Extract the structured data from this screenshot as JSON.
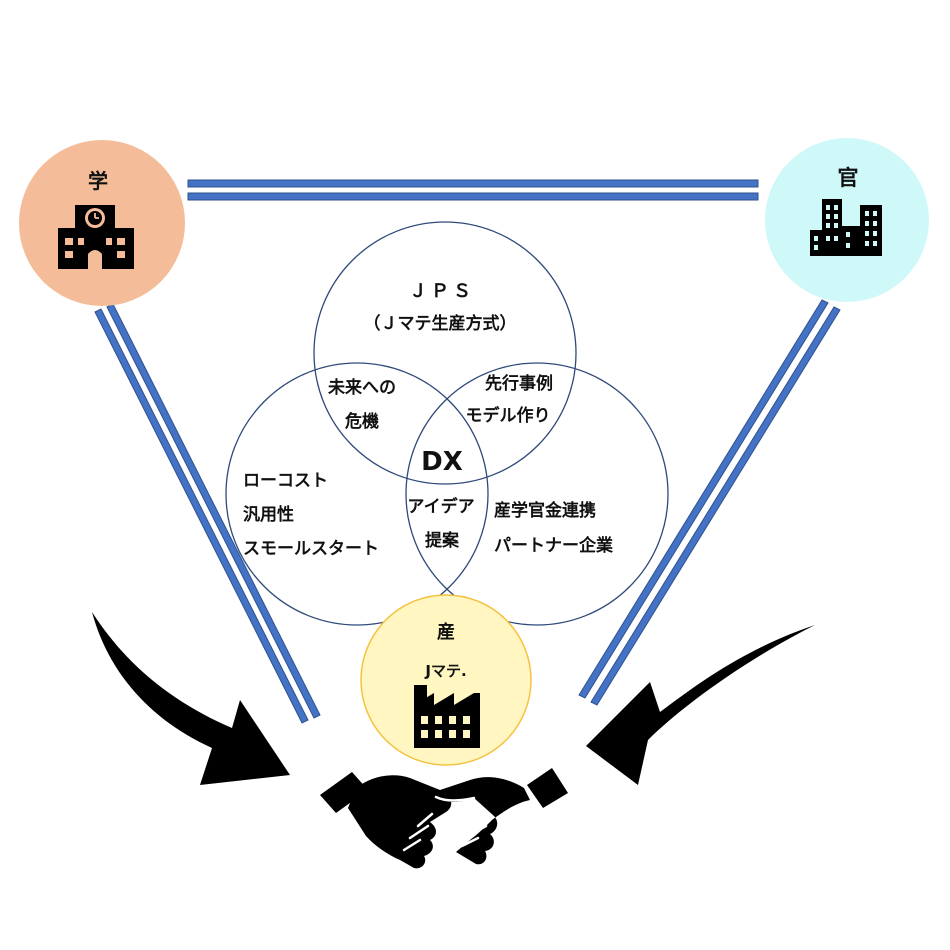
{
  "nodes": {
    "academia": {
      "label": "学",
      "icon": "school-icon",
      "color": "#F4BC98"
    },
    "government": {
      "label": "官",
      "icon": "office-buildings-icon",
      "color": "#CFF8F8"
    },
    "industry": {
      "label": "産",
      "sublabel": "Jマテ.",
      "icon": "factory-icon",
      "color": "#FFF6C2",
      "border": "#F5C242"
    }
  },
  "venn": {
    "top": {
      "title": "ＪＰＳ",
      "subtitle": "（Ｊマテ生産方式）"
    },
    "left": {
      "lines": [
        "ローコスト",
        "汎用性",
        "スモールスタート"
      ]
    },
    "right": {
      "lines": [
        "産学官金連携",
        "パートナー企業"
      ]
    },
    "top_left": {
      "lines": [
        "未来への",
        "危機"
      ]
    },
    "top_right": {
      "lines": [
        "先行事例",
        "モデル作り"
      ]
    },
    "left_right": {
      "lines": [
        "アイデア",
        "提案"
      ]
    },
    "center": "DX"
  },
  "connector_color": "#4472C4",
  "circle_stroke": "#2F4A7A",
  "handshake": {
    "icon": "handshake-icon"
  }
}
